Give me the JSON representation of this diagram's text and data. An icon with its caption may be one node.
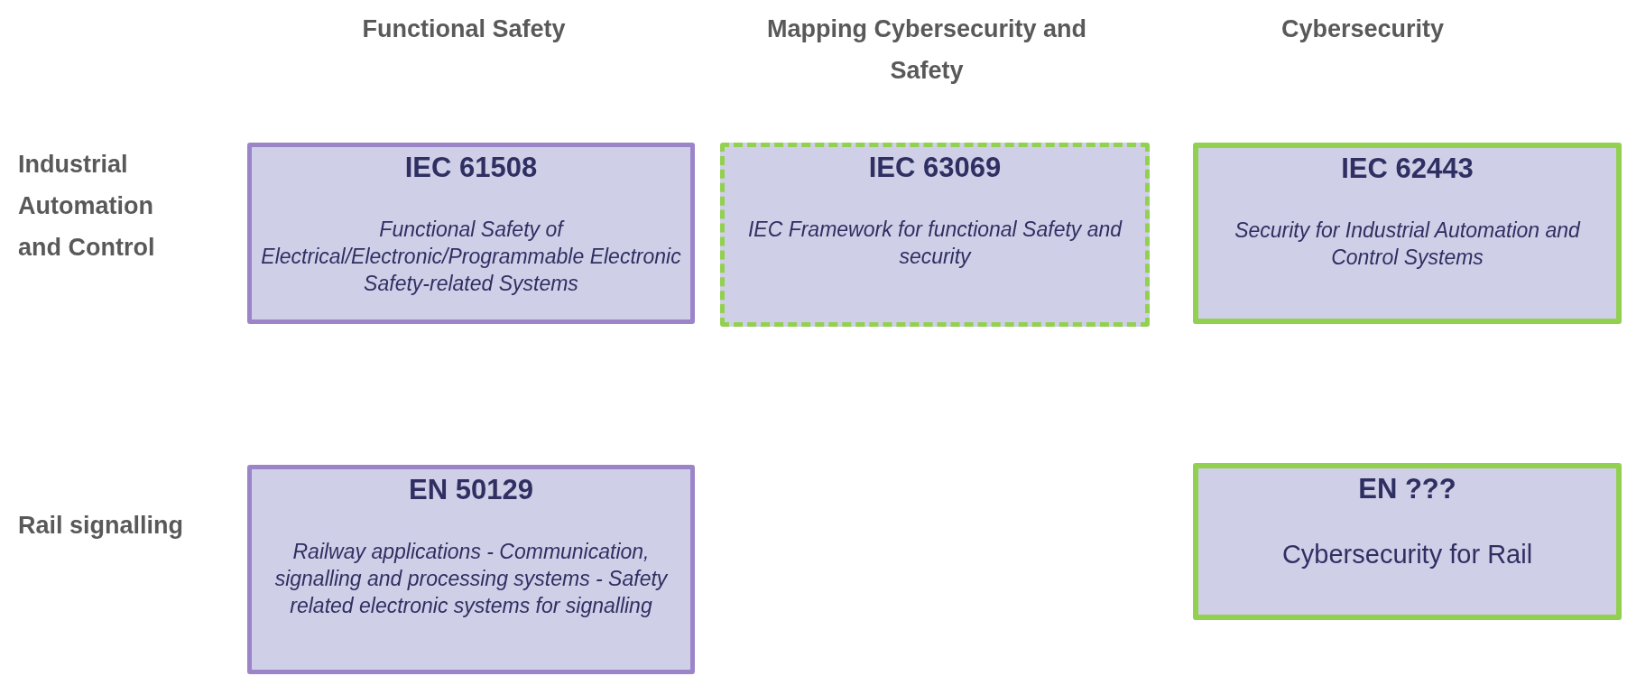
{
  "diagram": {
    "nodes": [
      {
        "text": [
          "IEC 61508",
          "Functional Safety of Electrical/Electronic/Programmable Electronic Safety-related Systems"
        ]
      },
      {
        "text": [
          "IEC 63069",
          "IEC Framework for functional Safety and security"
        ]
      },
      {
        "text": [
          "IEC 62443",
          "Security for Industrial Automation and Control Systems"
        ]
      },
      {
        "text": [
          "EN 50129",
          "Railway applications - Communication, signalling and processing systems - Safety related electronic systems for signalling"
        ]
      },
      {
        "text": [
          "EN ???",
          "Cybersecurity for Rail"
        ]
      }
    ],
    "labels": [
      "Functional Safety",
      "Mapping Cybersecurity and Safety",
      "Cybersecurity",
      "Industrial Automation and Control",
      "Rail signalling"
    ]
  }
}
